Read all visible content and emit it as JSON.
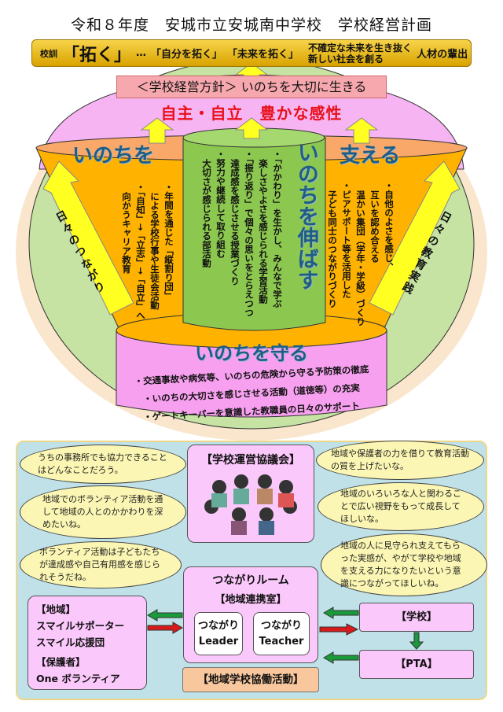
{
  "title": "令和８年度　安城市立安城南中学校　学校経営計画",
  "banner": {
    "label": "校訓",
    "motto": "「拓く」",
    "dots": "…",
    "sub1": "「自分を拓く」",
    "sub2": "「未来を拓く」",
    "goal_line1": "不確定な未来を生き抜く",
    "goal_line2": "新しい社会を創る",
    "goal_tail": "人材の輩出"
  },
  "policy": "＜学校経営方針＞ いのちを大切に生きる",
  "values": "自主・自立　豊かな感性",
  "left": {
    "heading": "いのちを",
    "lines": [
      "・年間を通じた「縦割り団」",
      "による学校行事や生徒会活動",
      "・「自知」→「立志」→「自立」へ",
      "向かうキャリア教育"
    ]
  },
  "center": {
    "heading": "いのちを伸ばす",
    "lines": [
      "・「かかわり」を生かし、みんなで学ぶ",
      "楽しさやよさを感じられる学習活動",
      "・「振り返り」で個々の思いをとらえつつ",
      "達成感を感じさせる授業づくり",
      "・努力や継続して取り組む",
      "大切さが感じられる部活動"
    ]
  },
  "right": {
    "heading": "支える",
    "lines": [
      "・自他のよさを感じ、",
      "互いを認め合える",
      "温かい集団（学年・学級）づくり",
      "・ピアサポート等を活用した",
      "子ども同士のつながりづくり"
    ]
  },
  "arrow_left": "日々のつながり",
  "arrow_right": "日々の教育実践",
  "protect": {
    "heading": "いのちを守る",
    "items": [
      "・交通事故や病気等、いのちの危険から守る予防策の徹底",
      "・いのちの大切さを感じさせる活動（道徳等）の充実",
      "・ゲートキーパーを意識した教職員の日々のサポート"
    ]
  },
  "council": "【学校運営協議会】",
  "bubbles": [
    "うちの事務所でも協力できることはどんなことだろう。",
    "地域や保護者の力を借りて教育活動の質を上げたいな。",
    "地域でのボランティア活動を通して地域の人とのかかわりを深めたいね。",
    "地域のいろいろな人と関わることで広い視野をもって成長してほしいな。",
    "ボランティア活動は子どもたちが達成感や自己有用感を感じられそうだね。",
    "地域の人に見守られ支えてもらった実感が、やがて学校や地域を支える力になりたいという意識につながってほしいね。"
  ],
  "room": {
    "title": "つながりルーム",
    "sub": "【地域連携室】",
    "leader": [
      "つながり",
      "Leader"
    ],
    "teacher": [
      "つながり",
      "Teacher"
    ]
  },
  "community": {
    "h1": "【地域】",
    "l1": "スマイルサポーター",
    "l2": "スマイル応援団",
    "h2": "【保護者】",
    "l3": "One ボランティア"
  },
  "school": "【学校】",
  "pta": "【PTA】",
  "activity": "【地域学校協働活動】",
  "colors": {
    "green": "#c6e3a4",
    "pink": "#f7b4f2",
    "orange": "#ffb300",
    "cylinder": "#8cc850",
    "red": "#e8101a"
  }
}
